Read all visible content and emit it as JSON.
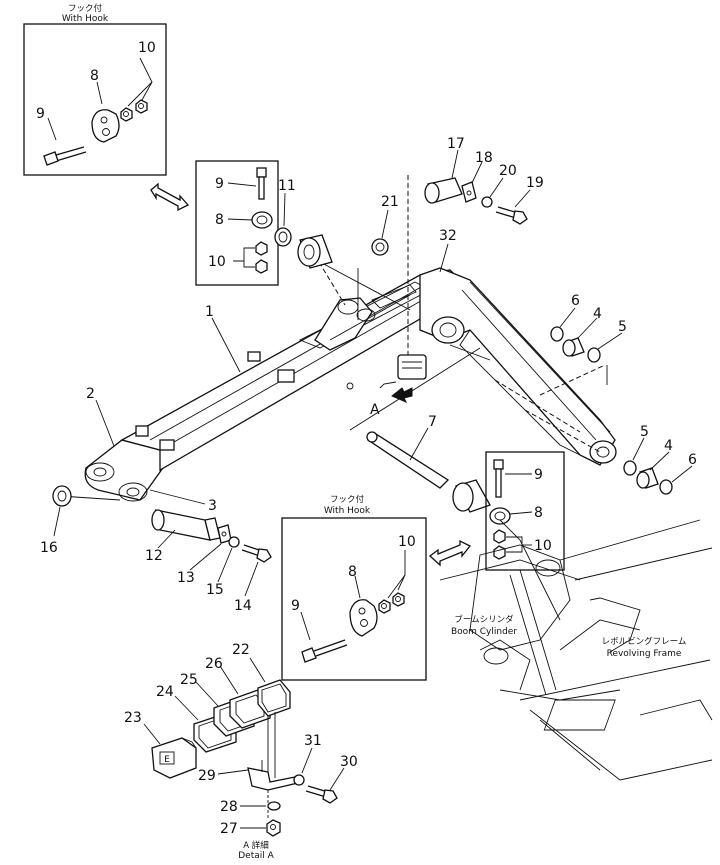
{
  "insets": {
    "top_left": {
      "jp": "フック付",
      "en": "With Hook"
    },
    "middle": {
      "jp": "フック付",
      "en": "With Hook"
    }
  },
  "labels": {
    "boom_cylinder": {
      "jp": "ブームシリンダ",
      "en": "Boom Cylinder"
    },
    "revolving_frame": {
      "jp": "レボルビングフレーム",
      "en": "Revolving Frame"
    },
    "detail": {
      "jp": "A 詳細",
      "en": "Detail A"
    },
    "view_marker": "A"
  },
  "callouts": {
    "n1": "1",
    "n2": "2",
    "n3": "3",
    "n4a": "4",
    "n4b": "4",
    "n5a": "5",
    "n5b": "5",
    "n6a": "6",
    "n6b": "6",
    "n7": "7",
    "n8a": "8",
    "n8b": "8",
    "n8c": "8",
    "n8d": "8",
    "n9a": "9",
    "n9b": "9",
    "n9c": "9",
    "n9d": "9",
    "n10a": "10",
    "n10b": "10",
    "n10c": "10",
    "n10d": "10",
    "n11": "11",
    "n12": "12",
    "n13": "13",
    "n14": "14",
    "n15": "15",
    "n16": "16",
    "n17": "17",
    "n18": "18",
    "n19": "19",
    "n20": "20",
    "n21": "21",
    "n22": "22",
    "n23": "23",
    "n24": "24",
    "n25": "25",
    "n26": "26",
    "n27": "27",
    "n28": "28",
    "n29": "29",
    "n30": "30",
    "n31": "31",
    "n32": "32"
  }
}
